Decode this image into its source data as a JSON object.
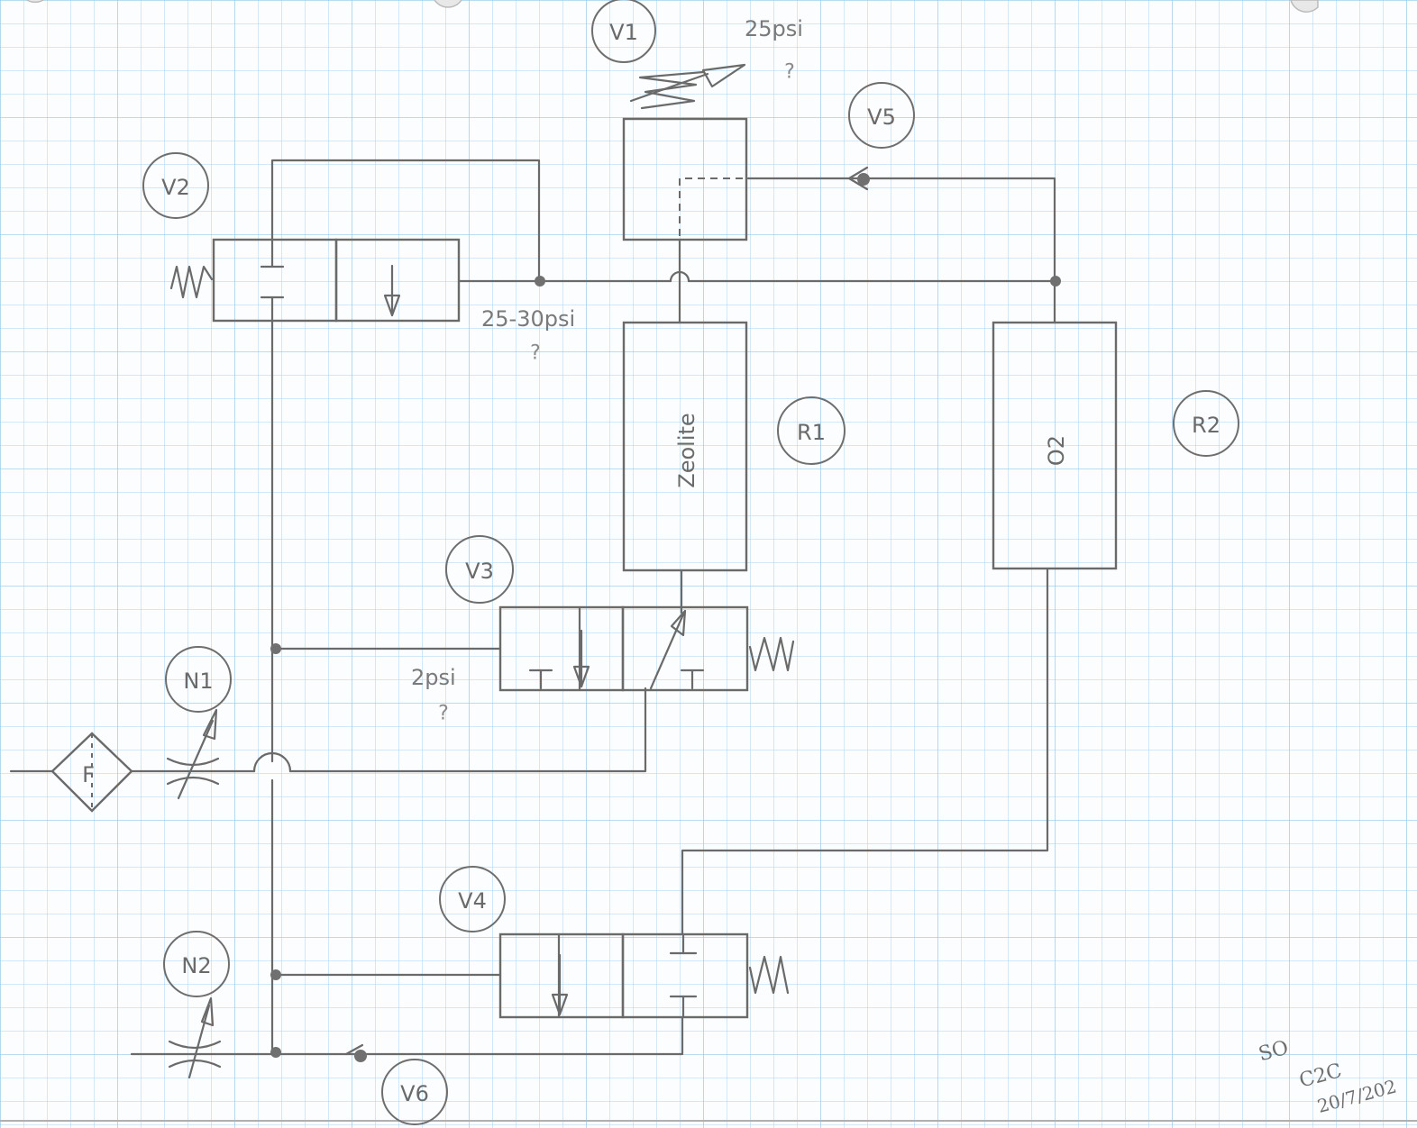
{
  "labels": {
    "v1": "V1",
    "v2": "V2",
    "v3": "V3",
    "v4": "V4",
    "v5": "V5",
    "v6": "V6",
    "n1": "N1",
    "n2": "N2",
    "r1": "R1",
    "r2": "R2",
    "filter": "F",
    "zeolite": "Zeolite",
    "r2_content": "O2"
  },
  "pressures": {
    "p25": "25psi",
    "p25_30": "25-30psi",
    "p2": "2psi",
    "uncertain": "?"
  },
  "signature": {
    "initials": "SO",
    "code": "C2C",
    "date": "20/7/202"
  }
}
